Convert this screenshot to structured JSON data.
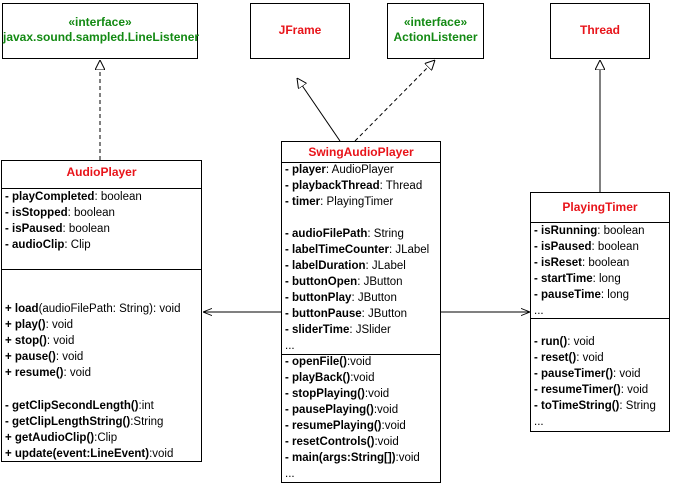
{
  "classes": {
    "line_listener": {
      "stereotype": "«interface»",
      "name": "javax.sound.sampled.LineListener"
    },
    "jframe": {
      "name": "JFrame"
    },
    "action_listener": {
      "stereotype": "«interface»",
      "name": "ActionListener"
    },
    "thread": {
      "name": "Thread"
    },
    "audio_player": {
      "name": "AudioPlayer",
      "fields": [
        {
          "name": "- playCompleted",
          "type": ": boolean"
        },
        {
          "name": "- isStopped",
          "type": ": boolean"
        },
        {
          "name": "- isPaused",
          "type": ": boolean"
        },
        {
          "name": "- audioClip",
          "type": ": Clip"
        }
      ],
      "methods": [
        {
          "name": "+ load",
          "type": "(audioFilePath: String): void"
        },
        {
          "name": "+ play()",
          "type": ": void"
        },
        {
          "name": "+ stop()",
          "type": ": void"
        },
        {
          "name": "+ pause()",
          "type": ": void"
        },
        {
          "name": "+ resume()",
          "type": ": void"
        },
        {
          "name": "- getClipSecondLength()",
          "type": ":int"
        },
        {
          "name": "- getClipLengthString()",
          "type": ":String"
        },
        {
          "name": "+ getAudioClip()",
          "type": ":Clip"
        },
        {
          "name": "+ update(event:LineEvent)",
          "type": ":void"
        }
      ]
    },
    "swing_audio_player": {
      "name": "SwingAudioPlayer",
      "fields": [
        {
          "name": "- player",
          "type": ": AudioPlayer"
        },
        {
          "name": "- playbackThread",
          "type": ": Thread"
        },
        {
          "name": "- timer",
          "type": ": PlayingTimer"
        },
        {
          "name": "- audioFilePath",
          "type": ": String"
        },
        {
          "name": "- labelTimeCounter",
          "type": ": JLabel"
        },
        {
          "name": "- labelDuration",
          "type": ": JLabel"
        },
        {
          "name": "- buttonOpen",
          "type": ": JButton"
        },
        {
          "name": "- buttonPlay",
          "type": ": JButton"
        },
        {
          "name": "- buttonPause",
          "type": ": JButton"
        },
        {
          "name": "- sliderTime",
          "type": ": JSlider"
        },
        {
          "name": "...",
          "type": ""
        }
      ],
      "methods": [
        {
          "name": "- openFile()",
          "type": ":void"
        },
        {
          "name": "- playBack()",
          "type": ":void"
        },
        {
          "name": "- stopPlaying()",
          "type": ":void"
        },
        {
          "name": "- pausePlaying()",
          "type": ":void"
        },
        {
          "name": "- resumePlaying()",
          "type": ":void"
        },
        {
          "name": "- resetControls()",
          "type": ":void"
        },
        {
          "name": "- main(args:String[])",
          "type": ":void"
        },
        {
          "name": "...",
          "type": ""
        }
      ]
    },
    "playing_timer": {
      "name": "PlayingTimer",
      "fields": [
        {
          "name": "- isRunning",
          "type": ": boolean"
        },
        {
          "name": "- isPaused",
          "type": ": boolean"
        },
        {
          "name": "- isReset",
          "type": ": boolean"
        },
        {
          "name": "- startTime",
          "type": ": long"
        },
        {
          "name": "- pauseTime",
          "type": ": long"
        },
        {
          "name": "...",
          "type": ""
        }
      ],
      "methods": [
        {
          "name": "- run()",
          "type": ": void"
        },
        {
          "name": "- reset()",
          "type": ": void"
        },
        {
          "name": "- pauseTimer()",
          "type": ": void"
        },
        {
          "name": "- resumeTimer()",
          "type": ": void"
        },
        {
          "name": "- toTimeString()",
          "type": ": String"
        },
        {
          "name": "...",
          "type": ""
        }
      ]
    }
  }
}
